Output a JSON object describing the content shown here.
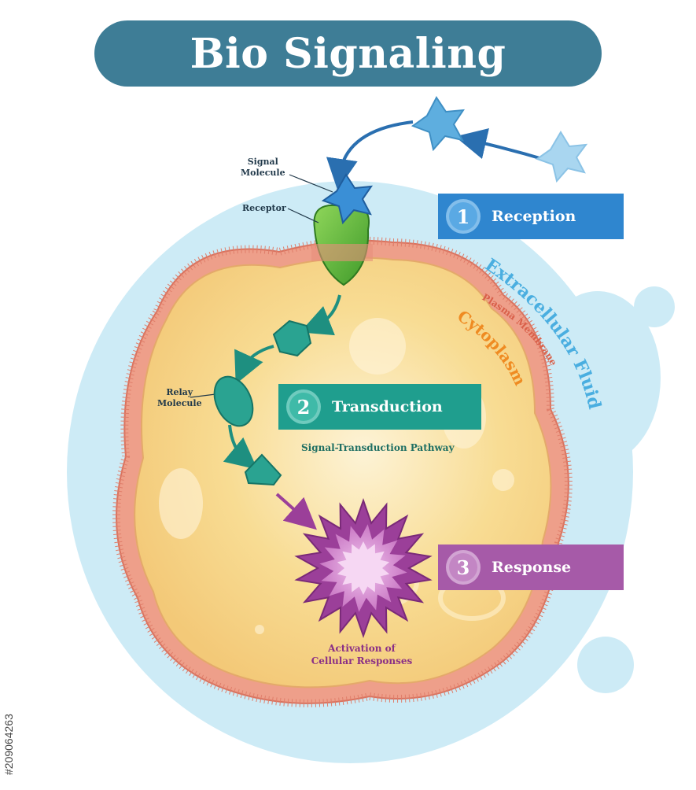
{
  "title": "Bio Signaling",
  "labels": {
    "signal_molecule": [
      "Signal",
      "Molecule"
    ],
    "receptor": "Receptor",
    "relay_molecule": [
      "Relay",
      "Molecule"
    ],
    "activation": [
      "Activation of",
      "Cellular Responses"
    ],
    "signal_pathway": "Signal-Transduction Pathway"
  },
  "regions": {
    "extracellular": "Extracellular Fluid",
    "membrane": "Plasma Membrane",
    "cytoplasm": "Cytoplasm"
  },
  "steps": [
    {
      "number": "1",
      "label": "Reception",
      "color": "#2f86cf"
    },
    {
      "number": "2",
      "label": "Transduction",
      "color": "#1f9e8e"
    },
    {
      "number": "3",
      "label": "Response",
      "color": "#a65aa8"
    }
  ],
  "stock_id": "#209064263",
  "colors": {
    "title_bg": "#3e7d96",
    "extracellular": "#cdebf6",
    "membrane": "#e8907c",
    "cytoplasm": "#f7d98c",
    "receptor": "#6bbf3a",
    "relay": "#2a9e8c",
    "response": "#9b3f99"
  }
}
